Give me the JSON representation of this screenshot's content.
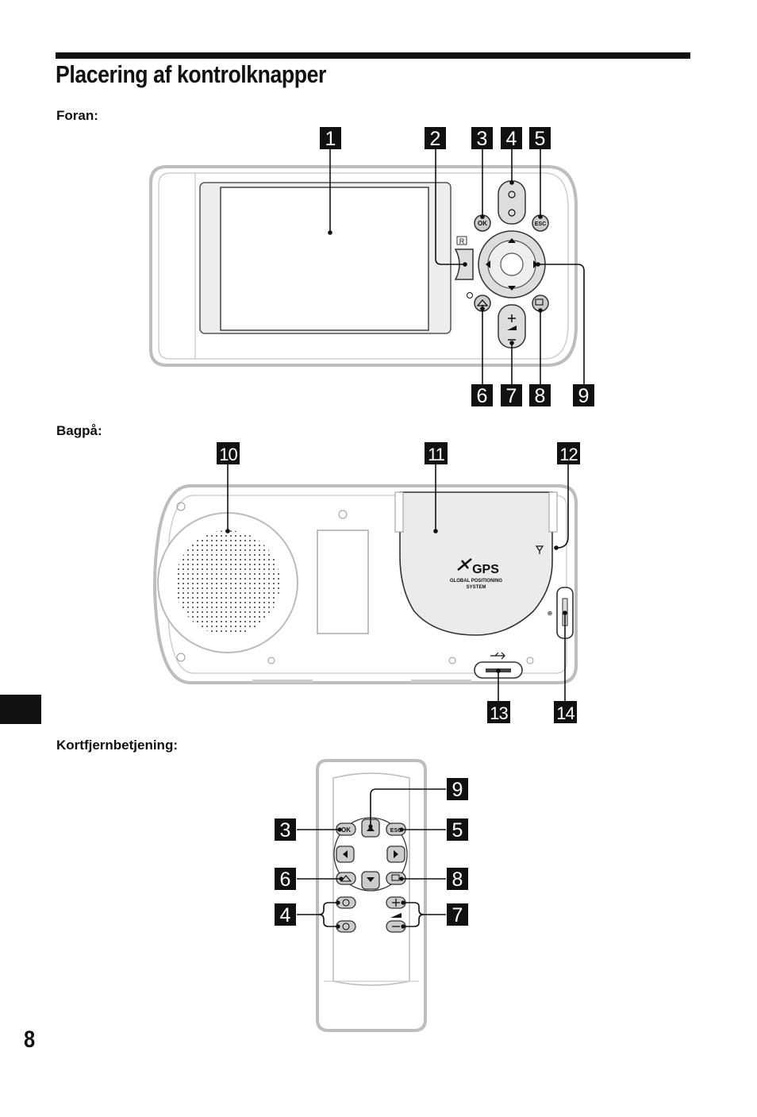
{
  "page": {
    "title": "Placering af kontrolknapper",
    "page_number": "8"
  },
  "sections": {
    "front": "Foran:",
    "back": "Bagpå:",
    "remote": "Kortfjernbetjening:"
  },
  "callouts": {
    "c1": "1",
    "c2": "2",
    "c3": "3",
    "c4": "4",
    "c5": "5",
    "c6": "6",
    "c7": "7",
    "c8": "8",
    "c9": "9",
    "c10": "10",
    "c11": "11",
    "c12": "12",
    "c13": "13",
    "c14": "14",
    "r3": "3",
    "r4": "4",
    "r5": "5",
    "r6": "6",
    "r7": "7",
    "r8": "8",
    "r9": "9"
  },
  "device_labels": {
    "ok": "OK",
    "esc": "ESC",
    "r": "R",
    "gps": "GPS",
    "gps_sub1": "GLOBAL POSITIONING",
    "gps_sub2": "SYSTEM"
  },
  "colors": {
    "ink": "#111111",
    "device_outline": "#bdbdbd",
    "panel_fill": "#e6e6e6"
  }
}
